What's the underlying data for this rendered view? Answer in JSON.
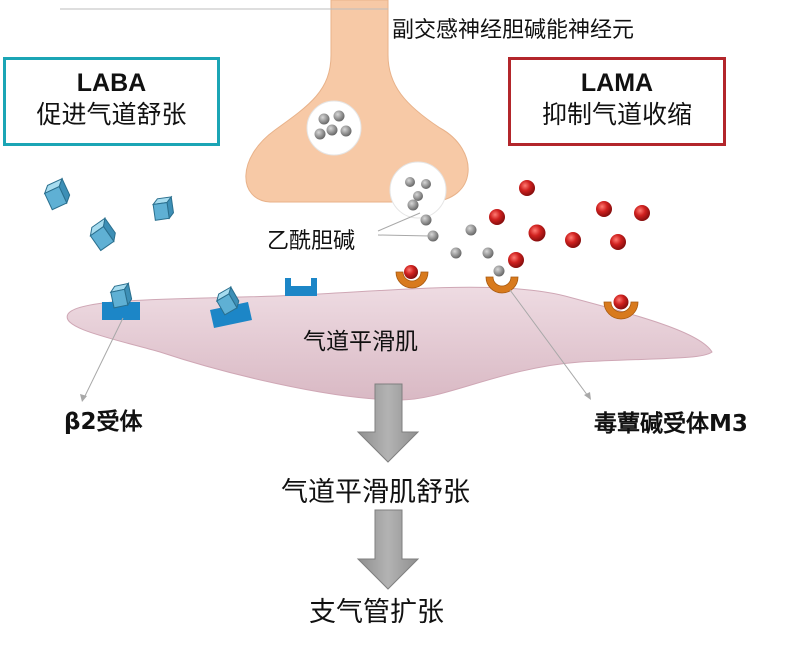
{
  "labels": {
    "neuron": "副交感神经胆碱能神经元",
    "acetylcholine": "乙酰胆碱",
    "smooth_muscle": "气道平滑肌",
    "beta2_receptor": "β2受体",
    "m3_receptor": "毒蕈碱受体M3",
    "relaxation": "气道平滑肌舒张",
    "dilation": "支气管扩张"
  },
  "laba": {
    "title": "LABA",
    "subtitle": "促进气道舒张"
  },
  "lama": {
    "title": "LAMA",
    "subtitle": "抑制气道收缩"
  },
  "colors": {
    "laba_border": "#1ba5b5",
    "lama_border": "#b3262b",
    "neuron": "#f7c9a6",
    "muscle": "#e9cfd8",
    "laba_molecule": "#5fb0d4",
    "beta2_receptor": "#1c86c7",
    "m3_receptor": "#d87a1d",
    "antagonist": "#c41d1f",
    "acetylcholine": "#9a9a9a",
    "arrow": "#9c9c9c"
  }
}
